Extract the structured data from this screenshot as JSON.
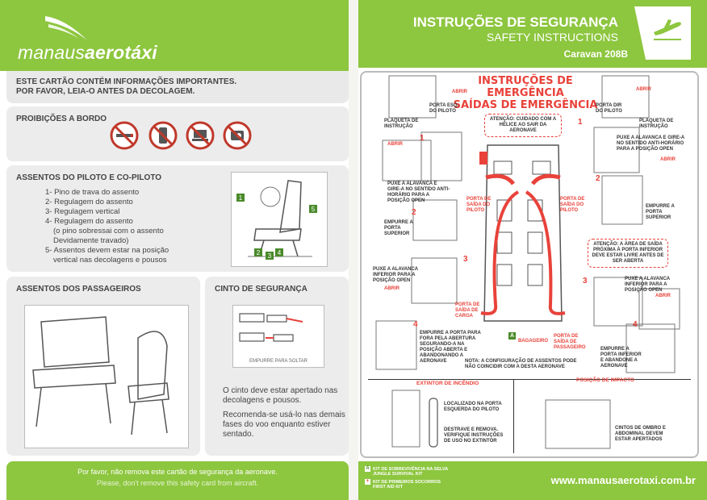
{
  "header": {
    "brand_light": "manaus",
    "brand_bold": "aerotáxi",
    "title": "INSTRUÇÕES DE SEGURANÇA",
    "subtitle": "SAFETY INSTRUCTIONS",
    "model": "Caravan 208B",
    "icon": "airplane-takeoff-icon"
  },
  "intro": {
    "line1": "ESTE CARTÃO CONTÉM INFORMAÇÕES IMPORTANTES.",
    "line2": "POR FAVOR, LEIA-O ANTES DA DECOLAGEM."
  },
  "prohibitions": {
    "title": "PROIBIÇÕES A BORDO",
    "icons": [
      "no-smoking-icon",
      "no-cellphone-icon",
      "no-laptop-icon",
      "no-electronics-icon"
    ]
  },
  "pilot_seats": {
    "title": "ASSENTOS DO PILOTO E CO-PILOTO",
    "items": [
      "1- Pino de trava do assento",
      "2- Regulagem do assento",
      "3- Regulagem vertical",
      "4- Regulagem do assento",
      "(o pino sobressai com o assento",
      "Devidamente travado)",
      "5- Assentos devem estar na posição",
      "vertical nas decolagens e pousos"
    ],
    "diagram_labels": [
      "1",
      "2",
      "3",
      "4",
      "5"
    ]
  },
  "passenger_seats": {
    "title": "ASSENTOS DOS PASSAGEIROS"
  },
  "seatbelt": {
    "title": "CINTO DE SEGURANÇA",
    "caption": "EMPURRE PARA SOLTAR",
    "note1_l1": "O cinto deve estar apertado nas",
    "note1_l2": "decolagens e pousos.",
    "note2_l1": "Recomenda-se usá-lo nas demais",
    "note2_l2": "fases do voo enquanto estiver",
    "note2_l3": "sentado."
  },
  "emergency": {
    "title_l1": "INSTRUÇÕES DE EMERGÊNCIA",
    "title_l2": "SAÍDAS DE EMERGÊNCIA",
    "abrir": "ABRIR",
    "labels": {
      "porta_esq": "PORTA ESQ. DO PILOTO",
      "porta_dir": "PORTA DIR DO PILOTO",
      "plaqueta_l": "PLAQUETA DE INSTRUÇÃO",
      "plaqueta_r": "PLAQUETA DE INSTRUÇÃO",
      "puxe_l": "PUXE A ALAVANCA E GIRE-A NO SENTIDO ANTI-HORÁRIO PARA A POSIÇÃO OPEN",
      "puxe_r": "PUXE A ALAVANCA E GIRE-A NO SENTIDO ANTI-HORÁRIO PARA A POSIÇÃO OPEN",
      "saida_piloto_l": "PORTA DE SAÍDA DO PILOTO",
      "saida_piloto_r": "PORTA DE SAÍDA DO PILOTO",
      "empurre_sup_l": "EMPURRE A PORTA SUPERIOR",
      "empurre_sup_r": "EMPURRE A PORTA SUPERIOR",
      "puxe_inf_l": "PUXE A ALAVANCA INFERIOR PARA A POSIÇÃO OPEN",
      "puxe_inf_r": "PUXE A ALAVANCA INFERIOR PARA A POSIÇÃO OPEN",
      "saida_carga": "PORTA DE SAÍDA DE CARGA",
      "empurre_fora": "EMPURRE A PORTA PARA FORA PELA ABERTURA SEGURANDO-A NA POSIÇÃO ABERTA E ABANDONANDO A AERONAVE",
      "empurre_inf": "EMPURRE A PORTA INFERIOR E ABANDONE A AERONAVE",
      "bagageiro": "BAGAGEIRO",
      "saida_pass": "PORTA DE SAÍDA DE PASSAGEIRO",
      "nota": "NOTA:  A CONFIGURAÇÃO DE ASSENTOS PODE NÃO COINCIDIR COM A DESTA AERONAVE"
    },
    "caution_top": "ATENÇÃO: CUIDADO COM A HÉLICE AO SAIR DA AERONAVE",
    "caution_right": "ATENÇÃO: A ÁREA DE SAÍDA PRÓXIMA À PORTA INFERIOR DEVE ESTAR LIVRE ANTES DE SER ABERTA",
    "steps": [
      "1",
      "2",
      "3",
      "4"
    ],
    "marker_a": "A",
    "extinguisher_title": "EXTINTOR DE INCÊNDIO",
    "extinguisher_loc": "LOCALIZADO NA PORTA ESQUERDA DO PILOTO",
    "extinguisher_use": "DESTRAVE E REMOVA. VERIFIQUE INSTRUÇÕES DE USO NO EXTINTOR",
    "impact_title": "POSIÇÃO DE IMPACTO",
    "impact_text": "CINTOS DE OMBRO E ABDOMINAL DEVEM ESTAR APERTADOS"
  },
  "footer": {
    "pt": "Por favor, não remova este cartão de segurança da aeronave.",
    "en": "Please, don't remove this safety card from aircraft.",
    "legend_a_l1": "KIT DE SOBREVIVÊNCIA NA SELVA",
    "legend_a_l2": "JUNGLE SURVIVAL KIT",
    "legend_plus_l1": "KIT DE PRIMEIROS SOCORROS",
    "legend_plus_l2": "FIRST AID KIT",
    "legend_a_mark": "A",
    "legend_plus_mark": "+",
    "url": "www.manausaerotaxi.com.br"
  },
  "colors": {
    "brand_green": "#8dc63f",
    "emergency_red": "#e8423a",
    "panel_grey": "#ececec"
  }
}
